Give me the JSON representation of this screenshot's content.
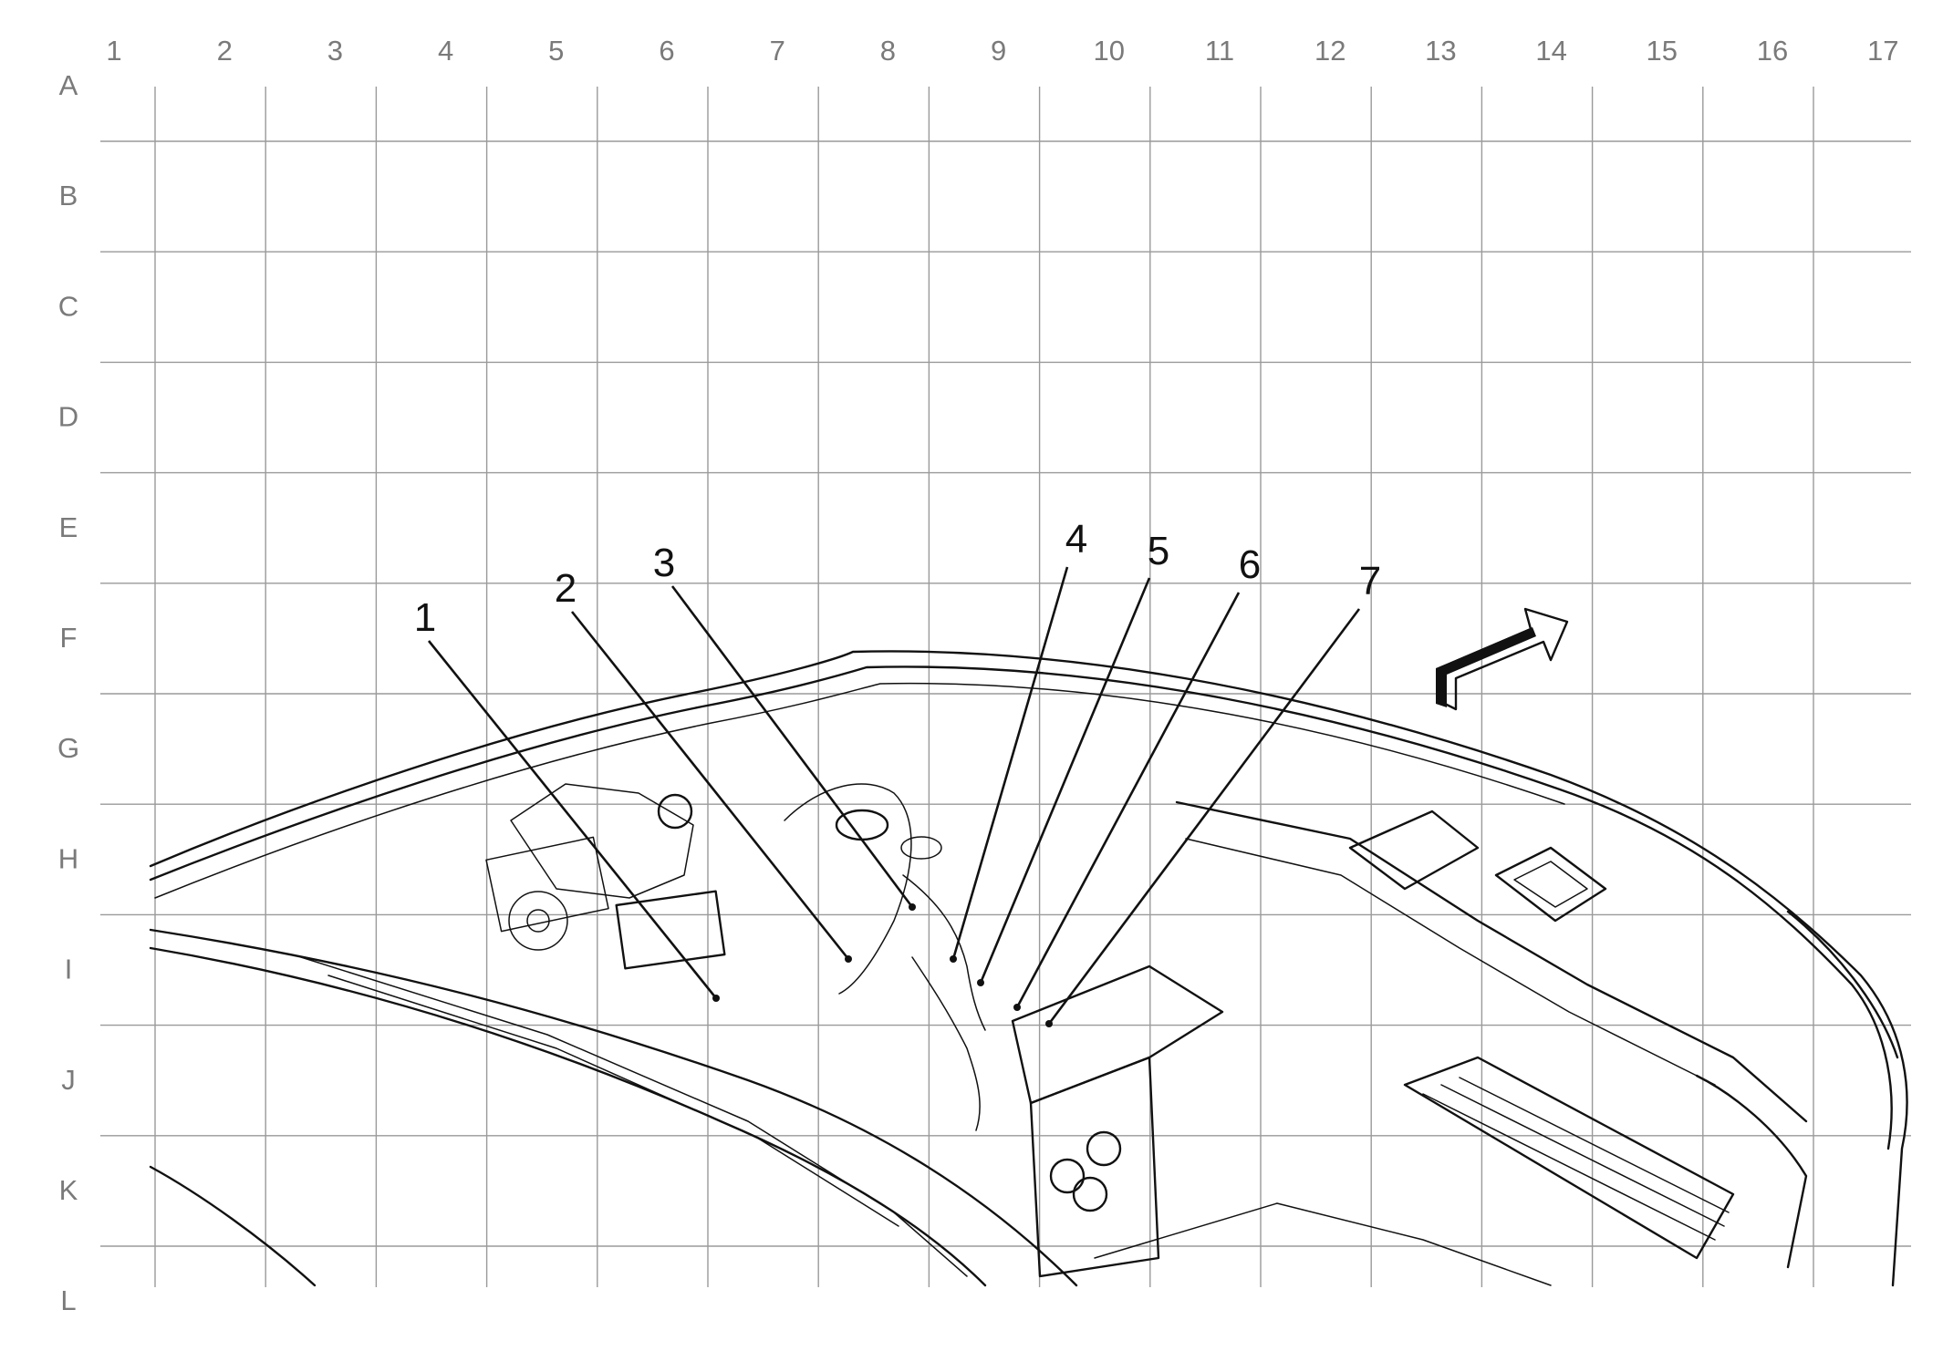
{
  "grid": {
    "columns": [
      "1",
      "2",
      "3",
      "4",
      "5",
      "6",
      "7",
      "8",
      "9",
      "10",
      "11",
      "12",
      "13",
      "14",
      "15",
      "16",
      "17"
    ],
    "rows": [
      "A",
      "B",
      "C",
      "D",
      "E",
      "F",
      "G",
      "H",
      "I",
      "J",
      "K",
      "L"
    ]
  },
  "callouts": [
    {
      "number": "1"
    },
    {
      "number": "2"
    },
    {
      "number": "3"
    },
    {
      "number": "4"
    },
    {
      "number": "5"
    },
    {
      "number": "6"
    },
    {
      "number": "7"
    }
  ],
  "orientation": {
    "icon": "direction-arrow-icon"
  }
}
